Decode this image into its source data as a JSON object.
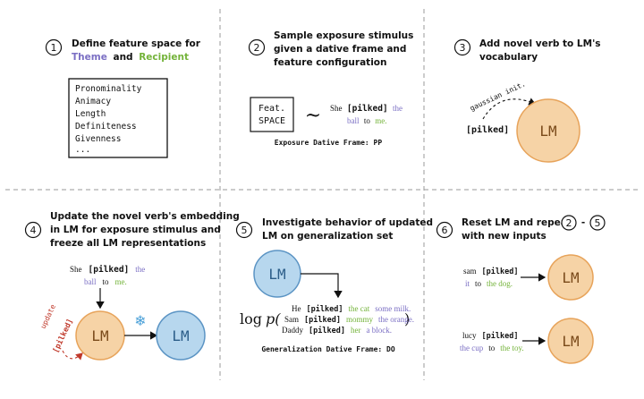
{
  "colors": {
    "lm_orange_fill": "#f6d3a6",
    "lm_orange_stroke": "#e7a35a",
    "lm_blue_fill": "#b7d7ee",
    "lm_blue_stroke": "#5b94c4",
    "theme_purple": "#7b6fc4",
    "recipient_green": "#74b33a",
    "update_red": "#c0392b"
  },
  "steps": [
    {
      "num": "1",
      "title_line1": "Define feature space for",
      "title_theme": "Theme",
      "title_and": "and",
      "title_recipient": "Recipient"
    },
    {
      "num": "2",
      "title_lines": [
        "Sample exposure stimulus",
        "given a dative frame and",
        "feature configuration"
      ]
    },
    {
      "num": "3",
      "title_lines": [
        "Add novel verb to LM's",
        "vocabulary"
      ]
    },
    {
      "num": "4",
      "title_lines": [
        "Update the novel verb's embedding",
        "in LM for exposure stimulus and",
        "freeze all LM representations"
      ]
    },
    {
      "num": "5",
      "title_lines": [
        "Investigate behavior of updated",
        "LM on generalization set"
      ]
    },
    {
      "num": "6",
      "title_pre": "Reset LM and repeat",
      "ref_a": "2",
      "ref_dash": "-",
      "ref_b": "5",
      "title_line2": "with new inputs"
    }
  ],
  "panel1": {
    "features": [
      "Pronominality",
      "Animacy",
      "Length",
      "Definiteness",
      "Givenness",
      "..."
    ]
  },
  "panel2": {
    "feat_box": [
      "Feat.",
      "SPACE"
    ],
    "tilde": "~",
    "sentence": {
      "she": "She",
      "verb": "[pilked]",
      "the": "the",
      "ball": "ball",
      "to": "to",
      "me": "me."
    },
    "frame_label": "Exposure Dative Frame: PP"
  },
  "panel3": {
    "gaussian_label": "gaussian init.",
    "verb": "[pilked]",
    "lm": "LM"
  },
  "panel4": {
    "sentence": {
      "she": "She",
      "verb": "[pilked]",
      "the": "the",
      "ball": "ball",
      "to": "to",
      "me": "me."
    },
    "update_label": "update",
    "verb": "[pilked]",
    "snowflake": "❄",
    "lm_a": "LM",
    "lm_b": "LM"
  },
  "panel5": {
    "lm": "LM",
    "log": "log",
    "p": "p(",
    "close": ")",
    "rows": [
      {
        "subj": "He",
        "verb": "[pilked]",
        "obj1": "the cat",
        "obj2": "some milk."
      },
      {
        "subj": "Sam",
        "verb": "[pilked]",
        "obj1": "mommy",
        "obj2": "the orange."
      },
      {
        "subj": "Daddy",
        "verb": "[pilked]",
        "obj1": "her",
        "obj2": "a block."
      }
    ],
    "frame_label": "Generalization Dative Frame: DO"
  },
  "panel6": {
    "ex1": {
      "subj": "sam",
      "verb": "[pilked]",
      "theme": "it",
      "to": "to",
      "recipient": "the dog."
    },
    "ex2": {
      "subj": "lucy",
      "verb": "[pilked]",
      "theme": "the cup",
      "to": "to",
      "recipient": "the toy."
    },
    "lm_a": "LM",
    "lm_b": "LM"
  }
}
